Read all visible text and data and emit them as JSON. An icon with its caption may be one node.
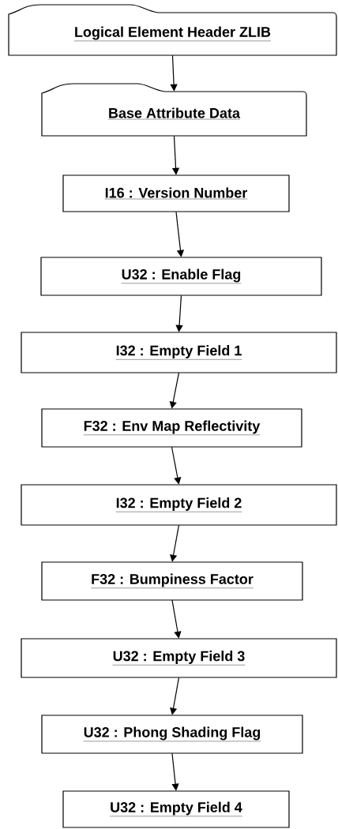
{
  "diagram": {
    "nodes": [
      {
        "text": [
          "Logical Element Header ZLIB"
        ]
      },
      {
        "text": [
          "Base Attribute Data"
        ]
      },
      {
        "text": [
          "I16 : Version Number"
        ]
      },
      {
        "text": [
          "U32 : Enable Flag"
        ]
      },
      {
        "text": [
          "I32 : Empty Field 1"
        ]
      },
      {
        "text": [
          "F32 : Env Map Reflectivity"
        ]
      },
      {
        "text": [
          "I32 : Empty Field 2"
        ]
      },
      {
        "text": [
          "F32 : Bumpiness Factor"
        ]
      },
      {
        "text": [
          "U32 : Empty Field 3"
        ]
      },
      {
        "text": [
          "U32 : Phong Shading Flag"
        ]
      },
      {
        "text": [
          "U32 : Empty Field 4"
        ]
      }
    ],
    "edges": [
      {
        "from": 0,
        "to": 1,
        "arrow": "to"
      },
      {
        "from": 1,
        "to": 2,
        "arrow": "to"
      },
      {
        "from": 2,
        "to": 3,
        "arrow": "to"
      },
      {
        "from": 3,
        "to": 4,
        "arrow": "to"
      },
      {
        "from": 4,
        "to": 5,
        "arrow": "to"
      },
      {
        "from": 5,
        "to": 6,
        "arrow": "to"
      },
      {
        "from": 6,
        "to": 7,
        "arrow": "to"
      },
      {
        "from": 7,
        "to": 8,
        "arrow": "to"
      },
      {
        "from": 8,
        "to": 9,
        "arrow": "to"
      },
      {
        "from": 9,
        "to": 10,
        "arrow": "to"
      }
    ]
  }
}
